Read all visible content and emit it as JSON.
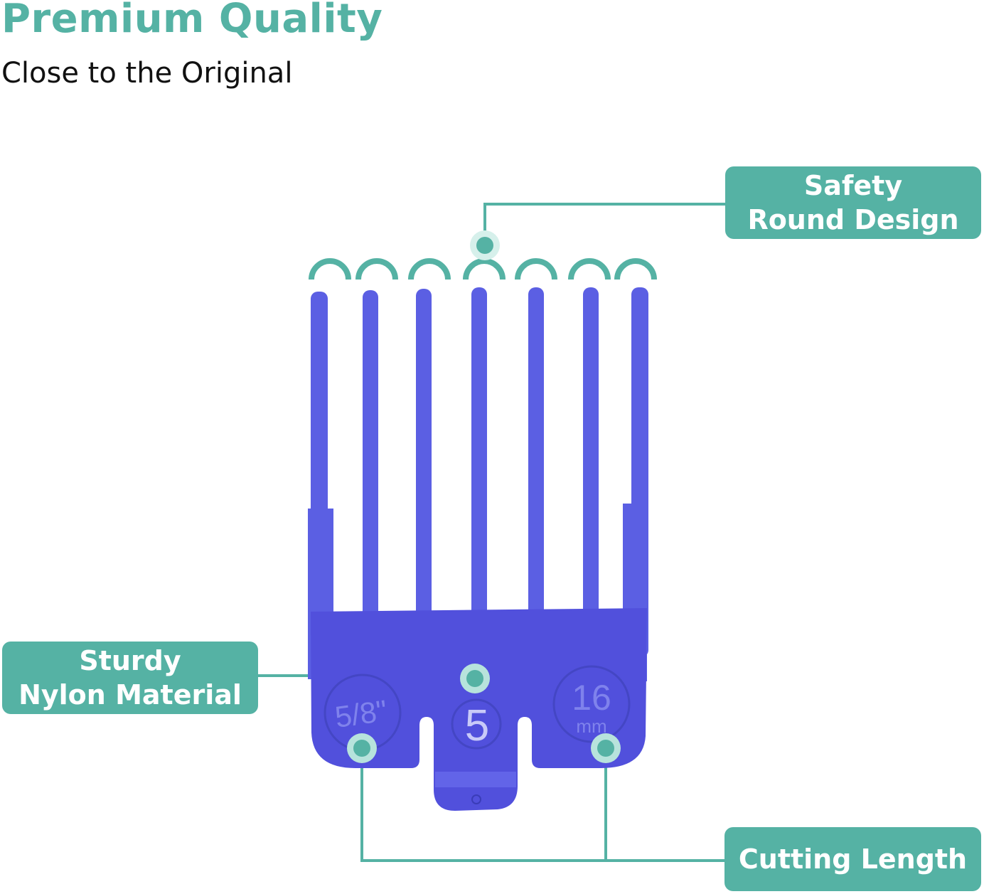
{
  "header": {
    "title": "Premium Quality",
    "subtitle": "Close to the Original"
  },
  "callouts": {
    "safety": [
      "Safety",
      "Round Design"
    ],
    "nylon": [
      "Sturdy",
      "Nylon Material"
    ],
    "length": "Cutting Length"
  },
  "guide": {
    "inch_mark": "5/8\"",
    "number": "5",
    "mm_value": "16",
    "mm_unit": "mm"
  },
  "colors": {
    "accent": "#55b2a4",
    "guide": "#5b5fe3",
    "guide_dark": "#4a4ed3"
  }
}
